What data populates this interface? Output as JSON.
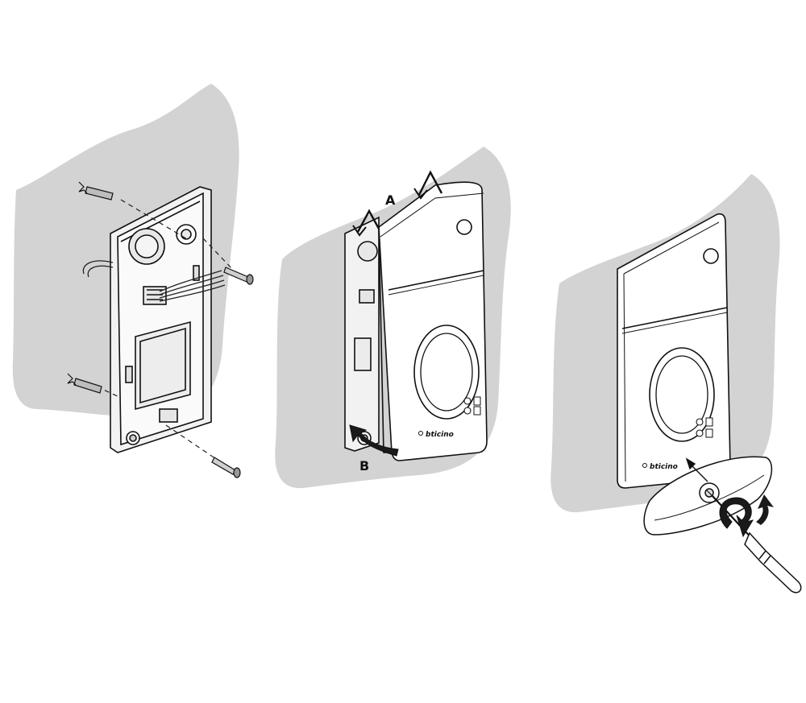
{
  "labels": {
    "lift": "A",
    "hinge": "B"
  },
  "brand": {
    "logo_text": "bticino"
  },
  "colors": {
    "wall": "#d3d3d3",
    "line": "#111111",
    "device_fill": "#ffffff",
    "plate_fill": "#f2f2f2",
    "arrow_fill": "#1a1a1a"
  },
  "icons": [
    "wall-plug-icon",
    "screw-icon",
    "screwdriver-icon",
    "curved-arrow-icon"
  ]
}
